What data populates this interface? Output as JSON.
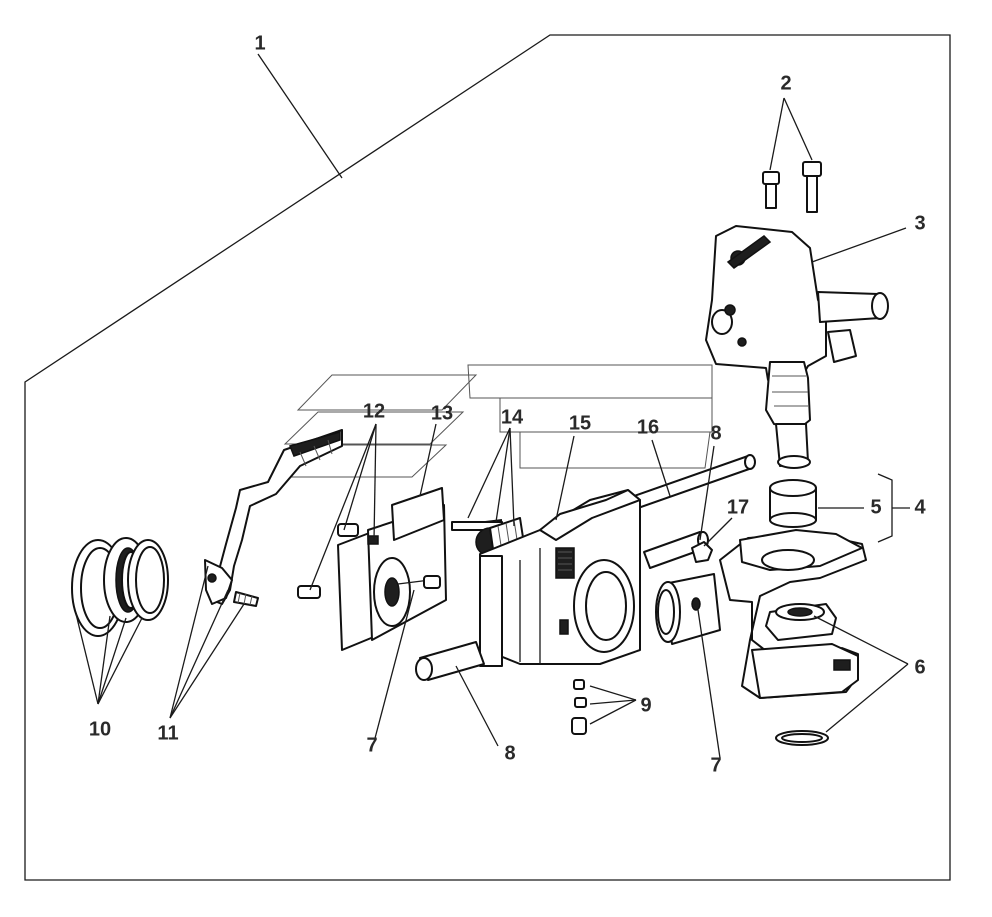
{
  "callouts": {
    "c1": "1",
    "c2": "2",
    "c3": "3",
    "c4": "4",
    "c5": "5",
    "c6": "6",
    "c7a": "7",
    "c7b": "7",
    "c8a": "8",
    "c8b": "8",
    "c9": "9",
    "c10": "10",
    "c11": "11",
    "c12": "12",
    "c13": "13",
    "c14": "14",
    "c15": "15",
    "c16": "16",
    "c17": "17"
  }
}
